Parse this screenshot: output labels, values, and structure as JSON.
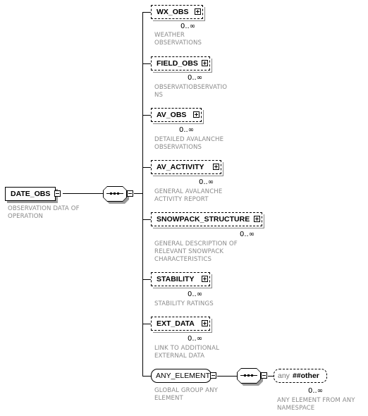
{
  "root": {
    "name": "DATE_OBS",
    "description": [
      "OBSERVATION DATA OF",
      "OPERATION"
    ]
  },
  "children": [
    {
      "name": "WX_OBS",
      "occurrence": "0..∞",
      "description": [
        "WEATHER",
        "OBSERVATIONS"
      ]
    },
    {
      "name": "FIELD_OBS",
      "occurrence": "0..∞",
      "description": [
        "OBSERVATIOBSERVATIO",
        "NS"
      ]
    },
    {
      "name": "AV_OBS",
      "occurrence": "0..∞",
      "description": [
        "DETAILED AVALANCHE",
        "OBSERVATIONS"
      ]
    },
    {
      "name": "AV_ACTIVITY",
      "occurrence": "0..∞",
      "description": [
        "GENERAL AVALANCHE",
        "ACTIVITY REPORT"
      ]
    },
    {
      "name": "SNOWPACK_STRUCTURE",
      "occurrence": "0..∞",
      "description": [
        "GENERAL DESCRIPTION OF",
        "RELEVANT SNOWPACK",
        "CHARACTERISTICS"
      ]
    },
    {
      "name": "STABILITY",
      "occurrence": "0..∞",
      "description": [
        "STABILITY RATINGS"
      ]
    },
    {
      "name": "EXT_DATA",
      "occurrence": "0..∞",
      "description": [
        "LINK TO ADDITIONAL",
        "EXTERNAL DATA"
      ]
    }
  ],
  "group": {
    "name": "ANY_ELEMENT",
    "description": [
      "GLOBAL GROUP ANY",
      "ELEMENT"
    ]
  },
  "any": {
    "label": "any",
    "namespace": "##other",
    "occurrence": "0..∞",
    "description": [
      "ANY ELEMENT FROM ANY",
      "NAMESPACE"
    ]
  }
}
